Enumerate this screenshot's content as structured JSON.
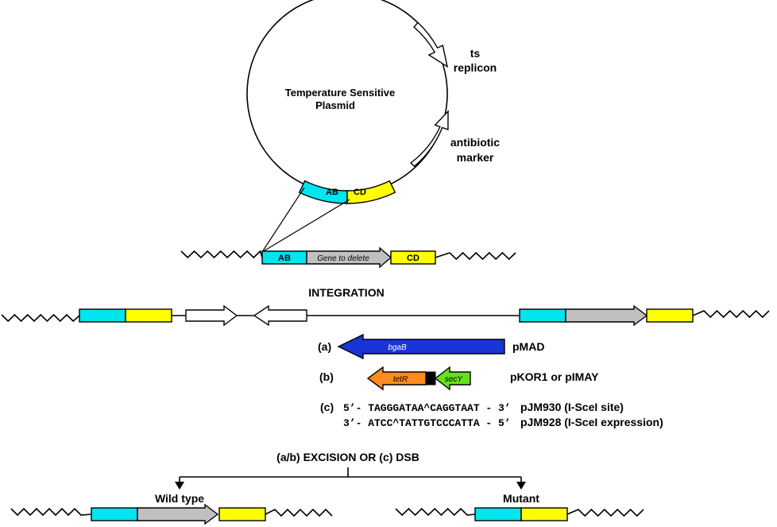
{
  "plasmid": {
    "title_line1": "Temperature Sensitive",
    "title_line2": "Plasmid",
    "replicon_line1": "ts",
    "replicon_line2": "replicon",
    "marker_line1": "antibiotic",
    "marker_line2": "marker",
    "arm_ab": "AB",
    "arm_cd": "CD"
  },
  "chromosome": {
    "arm_ab": "AB",
    "gene_label": "Gene to delete",
    "arm_cd": "CD"
  },
  "integration_label": "INTEGRATION",
  "options": {
    "a": {
      "letter": "(a)",
      "gene": "bgaB",
      "plasmid": "pMAD"
    },
    "b": {
      "letter": "(b)",
      "gene1": "tetR",
      "gene2": "secY",
      "plasmid": "pKOR1 or pIMAY"
    },
    "c": {
      "letter": "(c)",
      "seq1": "5’- TAGGGATAA^CAGGTAAT - 3’",
      "plasmid1": "pJM930 (I-SceI site)",
      "seq2": "3’- ATCC^TATTGTCCCATTA - 5’",
      "plasmid2": "pJM928 (I-SceI expression)"
    }
  },
  "excision_label": "(a/b) EXCISION OR (c) DSB",
  "outcomes": {
    "wild_type": "Wild type",
    "mutant": "Mutant"
  },
  "colors": {
    "arm_ab": "#00e5ee",
    "arm_cd": "#ffff00",
    "gene": "#c0c0c0",
    "bgab": "#1a35d6",
    "tetr": "#ff8c1a",
    "secy": "#66e01f",
    "spacer": "#000000"
  }
}
